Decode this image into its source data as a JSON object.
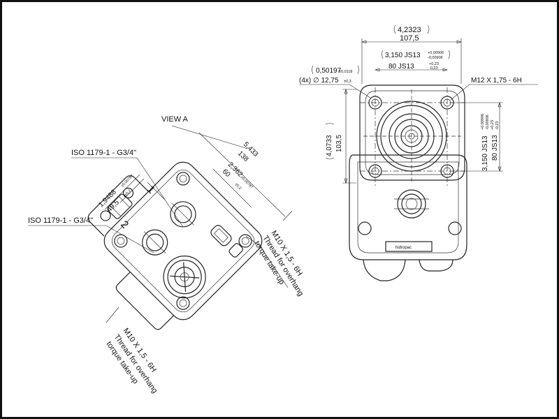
{
  "frame_color": "#111111",
  "line_color": "#222222",
  "background": "#ffffff",
  "labels": {
    "view_a": "VIEW A",
    "iso_port_top": "ISO 1179-1 - G3/4\"",
    "iso_port_bottom": "ISO 1179-1 - G3/4\"",
    "port_number_1": "1",
    "port_number_2": "2",
    "thread_main": "M12 X 1,75 - 6H",
    "thread_overhang_right_line1": "M10 X 1,5 - 6H",
    "thread_overhang_right_line2": "Thread for overhang",
    "thread_overhang_right_line3": "torque take-up",
    "thread_overhang_left_line1": "M10 X 1,5 - 6H",
    "thread_overhang_left_line2": "Thread for overhang",
    "thread_overhang_left_line3": "torque take-up",
    "brand": "hidropac"
  },
  "dimensions": {
    "overall_width_in": "4,2323",
    "overall_width_mm": "107,5",
    "bolt_spacing_in": "3,150 JS13",
    "bolt_spacing_in_tol_top": "+0,00906",
    "bolt_spacing_in_tol_bottom": "-0,00906",
    "bolt_spacing_mm": "80 JS13",
    "bolt_spacing_mm_tol_top": "+0,23",
    "bolt_spacing_mm_tol_bottom": "-0,23",
    "hole_dia_in": "0,50197",
    "hole_dia_in_tol": "±0,0118",
    "hole_count_dia": "(4x) ∅ 12,75",
    "hole_dia_tol": "±0,3",
    "height_in": "4,0733",
    "height_mm": "103,5",
    "vert_spacing_in": "3,150 JS13",
    "vert_spacing_in_tol_top": "+0,00906",
    "vert_spacing_in_tol_bottom": "-0,00906",
    "vert_spacing_mm": "80 JS13",
    "vert_spacing_mm_tol_top": "+0,23",
    "vert_spacing_mm_tol_bottom": "-0,23",
    "port_offset_in": "1,9488",
    "port_offset_in_tol": "±0,00787",
    "port_offset_mm": "49,5",
    "port_offset_mm_tol": "±0,2",
    "view_a_length_in": "5,433",
    "view_a_length_mm": "138",
    "view_a_inner_in": "2,362",
    "view_a_inner_in_tol": "±0,00787",
    "view_a_inner_mm": "60",
    "view_a_inner_mm_tol": "±0,2"
  }
}
